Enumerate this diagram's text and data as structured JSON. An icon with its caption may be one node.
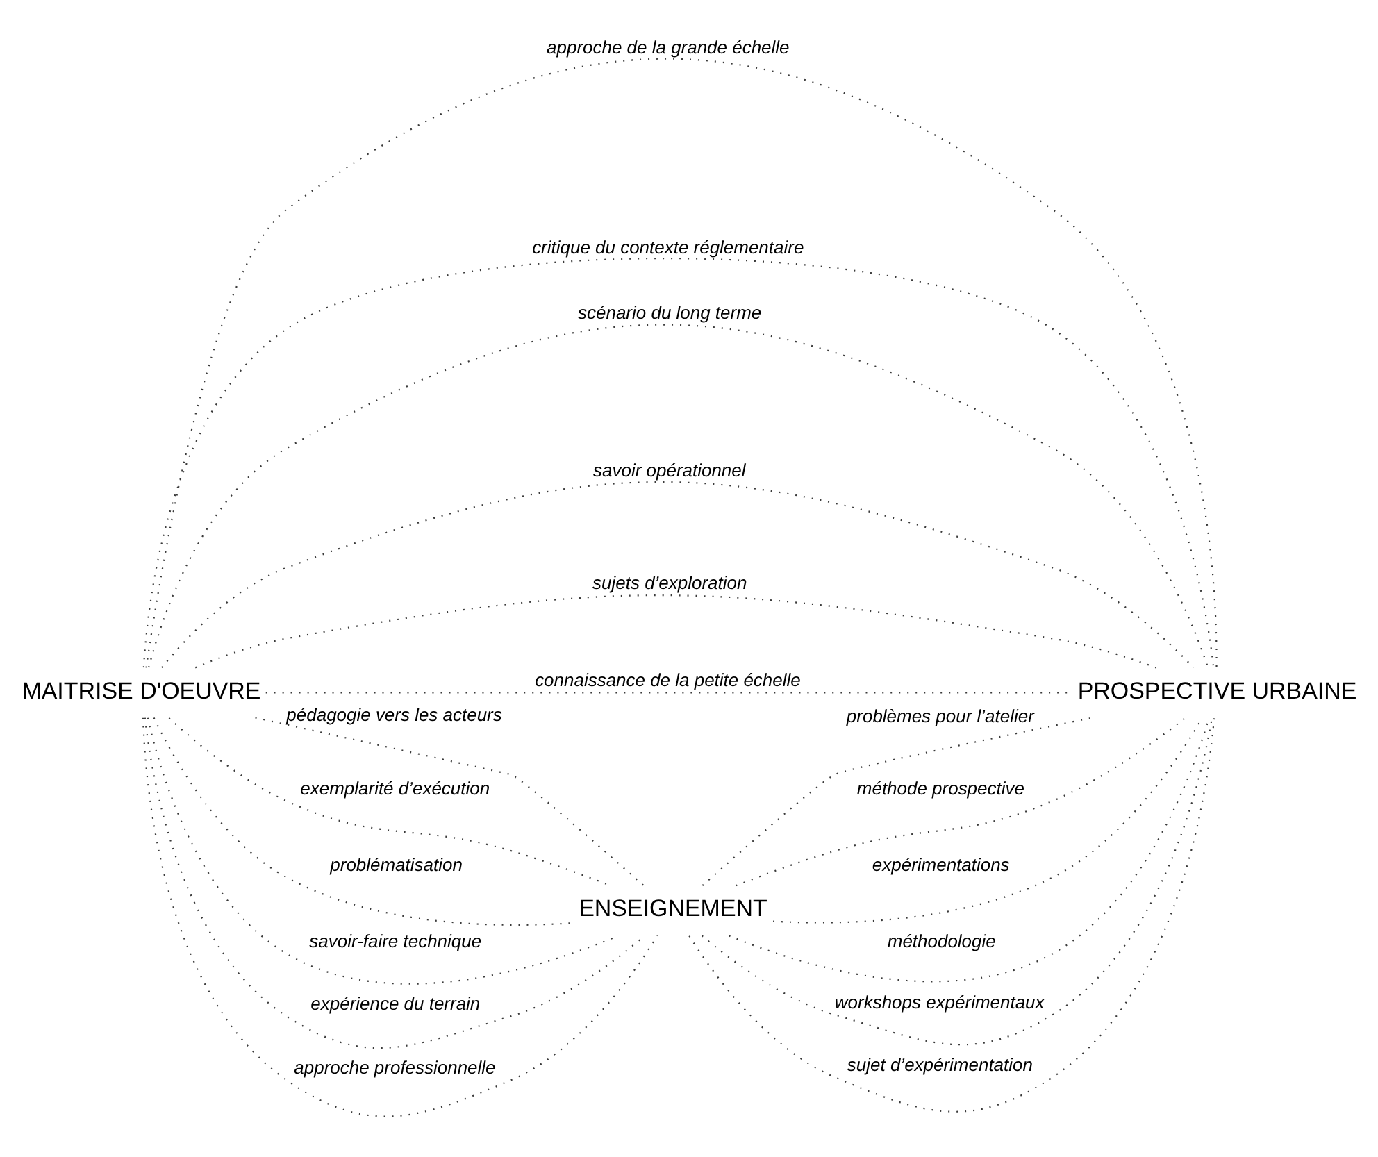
{
  "diagram": {
    "nodes": [
      {
        "text": [
          "MAITRISE D'OEUVRE"
        ]
      },
      {
        "text": [
          "PROSPECTIVE URBAINE"
        ]
      },
      {
        "text": [
          "ENSEIGNEMENT"
        ]
      }
    ],
    "edges": [
      {
        "from": 0,
        "to": 1,
        "arrow": "none",
        "label": "approche de la grande échelle"
      },
      {
        "from": 0,
        "to": 1,
        "arrow": "none",
        "label": "critique du contexte réglementaire"
      },
      {
        "from": 0,
        "to": 1,
        "arrow": "none",
        "label": "scénario du long terme"
      },
      {
        "from": 0,
        "to": 1,
        "arrow": "none",
        "label": "savoir opérationnel"
      },
      {
        "from": 0,
        "to": 1,
        "arrow": "none",
        "label": "sujets d’exploration"
      },
      {
        "from": 0,
        "to": 1,
        "arrow": "none",
        "label": "connaissance de la petite échelle"
      },
      {
        "from": 0,
        "to": 2,
        "arrow": "none",
        "label": "pédagogie vers les acteurs"
      },
      {
        "from": 0,
        "to": 2,
        "arrow": "none",
        "label": "exemplarité d’exécution"
      },
      {
        "from": 0,
        "to": 2,
        "arrow": "none",
        "label": "problématisation"
      },
      {
        "from": 0,
        "to": 2,
        "arrow": "none",
        "label": "savoir-faire technique"
      },
      {
        "from": 0,
        "to": 2,
        "arrow": "none",
        "label": "expérience du terrain"
      },
      {
        "from": 0,
        "to": 2,
        "arrow": "none",
        "label": "approche professionnelle"
      },
      {
        "from": 2,
        "to": 1,
        "arrow": "none",
        "label": "problèmes pour l’atelier"
      },
      {
        "from": 2,
        "to": 1,
        "arrow": "none",
        "label": "méthode prospective"
      },
      {
        "from": 2,
        "to": 1,
        "arrow": "none",
        "label": "expérimentations"
      },
      {
        "from": 2,
        "to": 1,
        "arrow": "none",
        "label": "méthodologie"
      },
      {
        "from": 2,
        "to": 1,
        "arrow": "none",
        "label": "workshops expérimentaux"
      },
      {
        "from": 2,
        "to": 1,
        "arrow": "none",
        "label": "sujet d’expérimentation"
      }
    ]
  }
}
